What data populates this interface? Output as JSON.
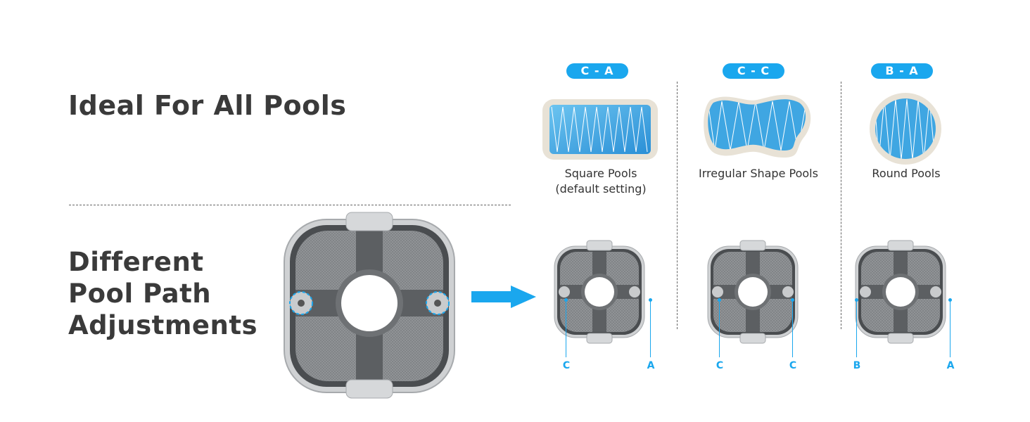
{
  "headings": {
    "ideal": "Ideal For All Pools",
    "different": [
      "Different",
      "Pool Path",
      "Adjustments"
    ]
  },
  "modes": [
    {
      "tag": "C - A",
      "label_lines": [
        "Square Pools",
        "(default setting)"
      ],
      "left_pin": "C",
      "right_pin": "A"
    },
    {
      "tag": "C - C",
      "label_lines": [
        "Irregular Shape Pools"
      ],
      "left_pin": "C",
      "right_pin": "C"
    },
    {
      "tag": "B - A",
      "label_lines": [
        "Round Pools"
      ],
      "left_pin": "B",
      "right_pin": "A"
    }
  ],
  "colors": {
    "accent": "#1aa7ee",
    "water": "#4fb3e8",
    "pool_rim": "#e8e2d6",
    "device_body": "#8a8d90",
    "mesh": "#8f9294"
  }
}
